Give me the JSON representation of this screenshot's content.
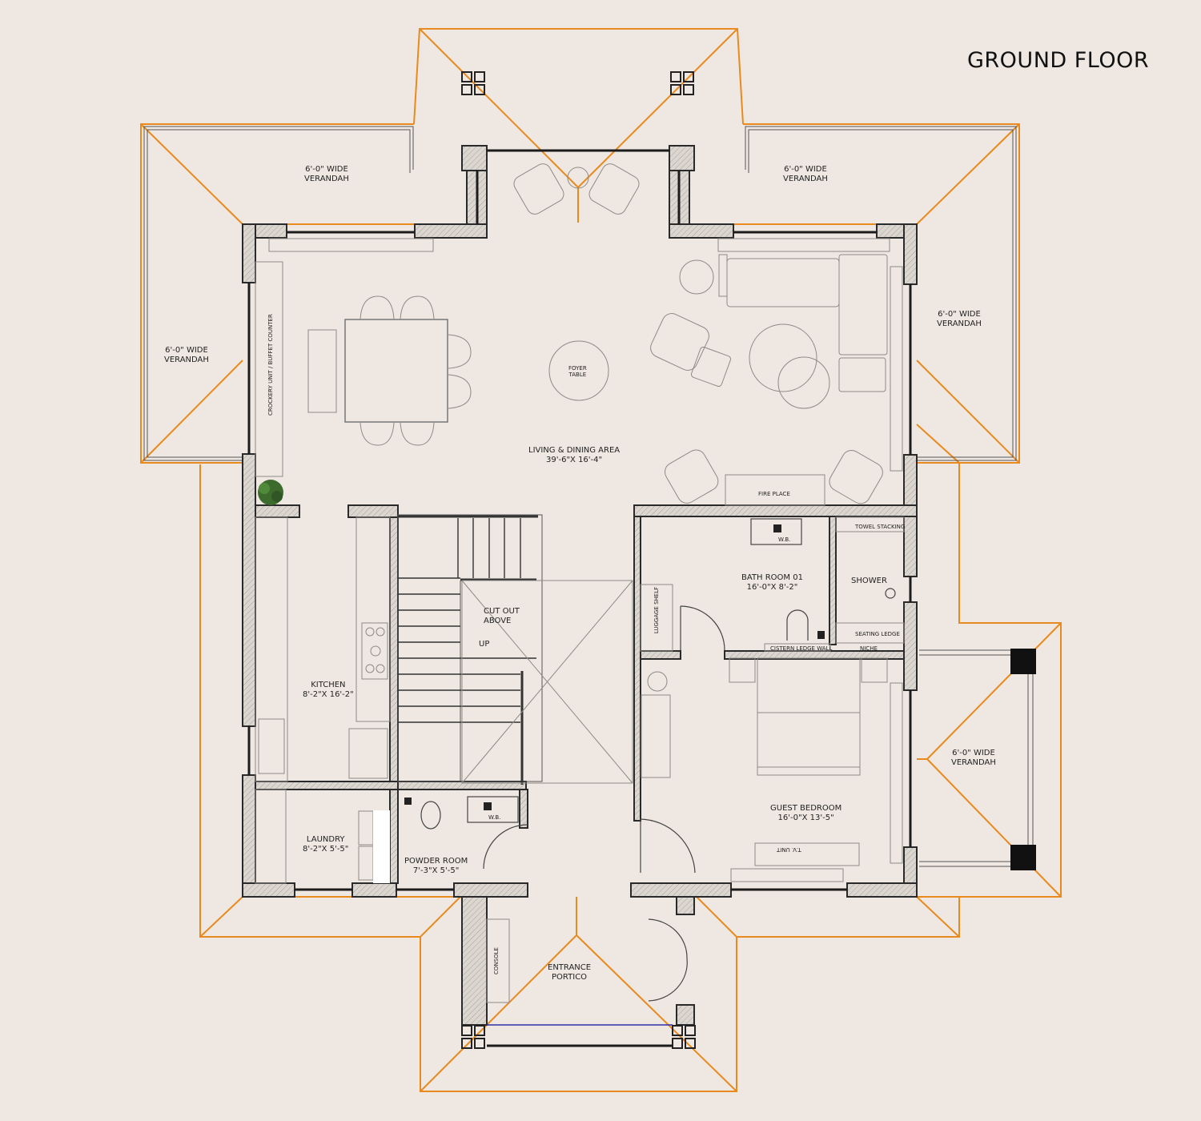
{
  "header": {
    "title": "GROUND FLOOR"
  },
  "rooms": {
    "living": {
      "name": "LIVING & DINING AREA",
      "size": "39'-6\"X 16'-4\""
    },
    "kitchen": {
      "name": "KITCHEN",
      "size": "8'-2\"X 16'-2\""
    },
    "laundry": {
      "name": "LAUNDRY",
      "size": "8'-2\"X 5'-5\""
    },
    "powder": {
      "name": "POWDER ROOM",
      "size": "7'-3\"X 5'-5\""
    },
    "bath": {
      "name": "BATH ROOM 01",
      "size": "16'-0\"X 8'-2\""
    },
    "guest": {
      "name": "GUEST BEDROOM",
      "size": "16'-0\"X 13'-5\""
    },
    "portico": {
      "name": "ENTRANCE",
      "name2": "PORTICO"
    },
    "cutout": {
      "line1": "CUT OUT",
      "line2": "ABOVE",
      "up": "UP"
    },
    "shower": {
      "name": "SHOWER"
    }
  },
  "verandahs": {
    "top_left": {
      "line1": "6'-0\" WIDE",
      "line2": "VERANDAH"
    },
    "top_right": {
      "line1": "6'-0\" WIDE",
      "line2": "VERANDAH"
    },
    "left": {
      "line1": "6'-0\" WIDE",
      "line2": "VERANDAH"
    },
    "right_upper": {
      "line1": "6'-0\" WIDE",
      "line2": "VERANDAH"
    },
    "right_lower": {
      "line1": "6'-0\" WIDE",
      "line2": "VERANDAH"
    }
  },
  "fixtures": {
    "foyer_table": {
      "line1": "FOYER",
      "line2": "TABLE"
    },
    "fireplace": "FIRE PLACE",
    "crockery": "CROCKERY UNIT / BUFFET COUNTER",
    "luggage": "LUGGAGE SHELF",
    "towel": "TOWEL STACKING",
    "seating_ledge": "SEATING LEDGE",
    "cistern": "CISTERN LEDGE WALL",
    "niche": "NICHE",
    "wb": "W.B.",
    "tv_unit": "T.V. UNIT",
    "console": "CONSOLE"
  },
  "colors": {
    "background": "#efe8e2",
    "roof_line": "#e88a1e",
    "wall": "#2a2a2a",
    "plant": "#3d6b2e",
    "glass": "#2b2fa8"
  }
}
